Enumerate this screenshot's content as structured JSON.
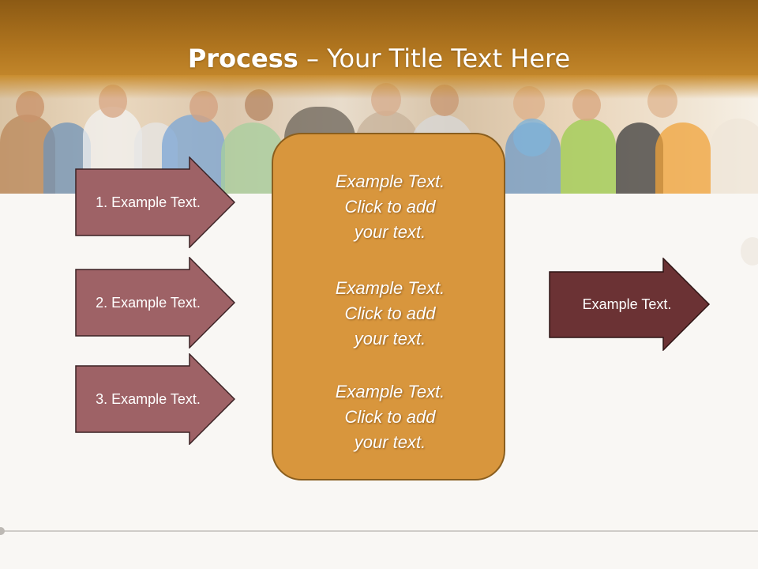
{
  "slide": {
    "title_bold": "Process",
    "title_rest": " – Your Title Text Here"
  },
  "process_steps": [
    {
      "label": "1. Example Text."
    },
    {
      "label": "2. Example Text."
    },
    {
      "label": "3. Example Text."
    }
  ],
  "center_box": {
    "paragraphs": [
      [
        "Example Text.",
        "Click  to add",
        "your text."
      ],
      [
        "Example Text.",
        "Click  to add",
        "your text."
      ],
      [
        "Example Text.",
        "Click  to add",
        "your text."
      ]
    ]
  },
  "result": {
    "label": "Example Text."
  },
  "colors": {
    "header": "#b0751f",
    "step_arrow_fill": "#9e6266",
    "result_arrow_fill": "#6b3234",
    "center_box_fill": "#d8963d"
  }
}
